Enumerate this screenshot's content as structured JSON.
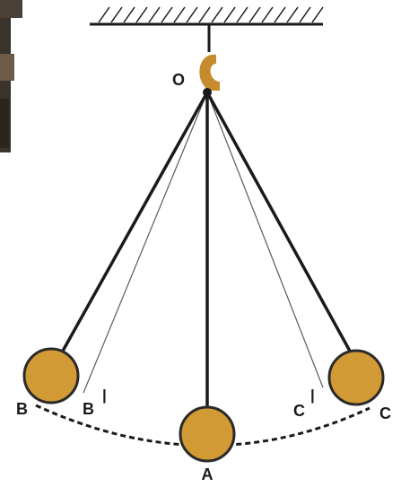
{
  "labels": {
    "pivot": "O",
    "lowest": "A",
    "left_extreme": "B",
    "left_inner": "B",
    "right_inner": "C",
    "right_extreme": "C",
    "prime_mark": "|"
  },
  "colors": {
    "bob_fill": "#d29a34",
    "bob_stroke": "#2a2a2a",
    "string": "#1a1a1a",
    "faint_string": "#5a5a5a",
    "ceiling": "#1a1a1a",
    "hook": "#c68b2e",
    "photo_scrap": "#3a332b"
  }
}
